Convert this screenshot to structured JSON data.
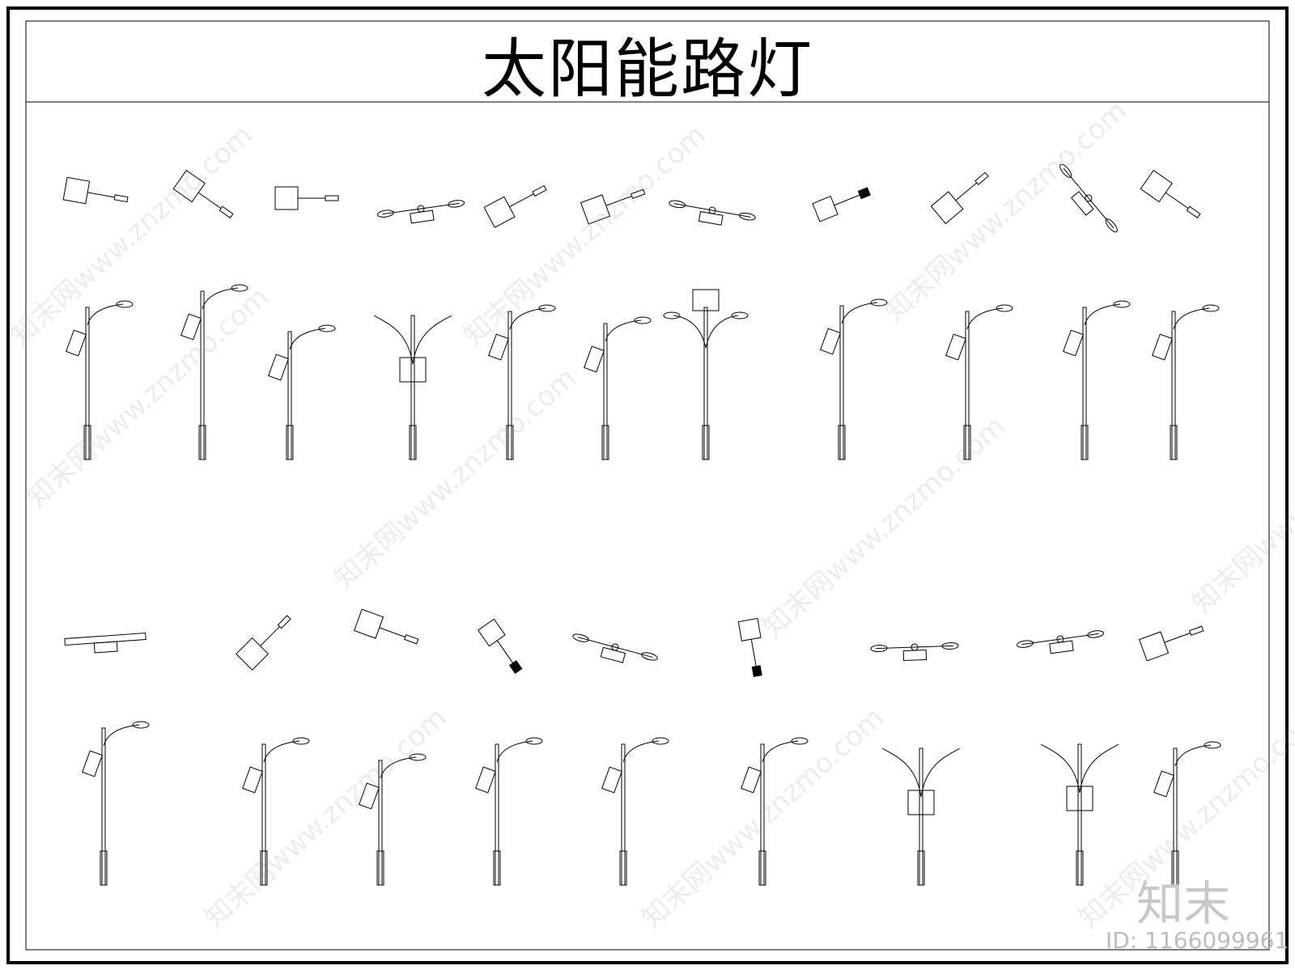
{
  "drawing": {
    "title": "太阳能路灯"
  },
  "watermark": {
    "text": "知末网www.znzmo.com",
    "brand": "知末",
    "id_label": "ID: 1166099961"
  },
  "icons": {
    "plan_views": "solar-lamp-plan-view-icon",
    "elevations": "solar-lamp-elevation-icon"
  },
  "colors": {
    "line": "#000000",
    "watermark": "#bdbdbd"
  }
}
